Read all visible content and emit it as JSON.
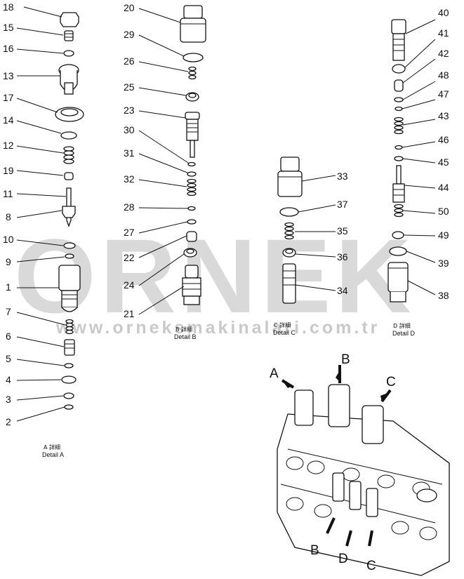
{
  "watermark": {
    "text": "ORNEK",
    "url": "www.orneksmakinalari.com.tr"
  },
  "details": {
    "a": {
      "jp": "A 詳細",
      "en": "Detail A"
    },
    "b": {
      "jp": "B 詳細",
      "en": "Detail B"
    },
    "c": {
      "jp": "C 詳細",
      "en": "Detail C"
    },
    "d": {
      "jp": "D 詳細",
      "en": "Detail D"
    }
  },
  "callouts": [
    "18",
    "15",
    "16",
    "13",
    "17",
    "14",
    "12",
    "19",
    "11",
    "8",
    "10",
    "9",
    "1",
    "7",
    "6",
    "5",
    "4",
    "3",
    "2",
    "20",
    "29",
    "26",
    "25",
    "23",
    "30",
    "31",
    "32",
    "28",
    "27",
    "22",
    "24",
    "21",
    "33",
    "37",
    "35",
    "36",
    "34",
    "40",
    "41",
    "42",
    "48",
    "47",
    "43",
    "46",
    "45",
    "44",
    "50",
    "49",
    "39",
    "38"
  ],
  "view_labels": {
    "top_a": "A",
    "top_b": "B",
    "top_c": "C",
    "bot_b": "B",
    "bot_d": "D",
    "bot_c": "C"
  }
}
